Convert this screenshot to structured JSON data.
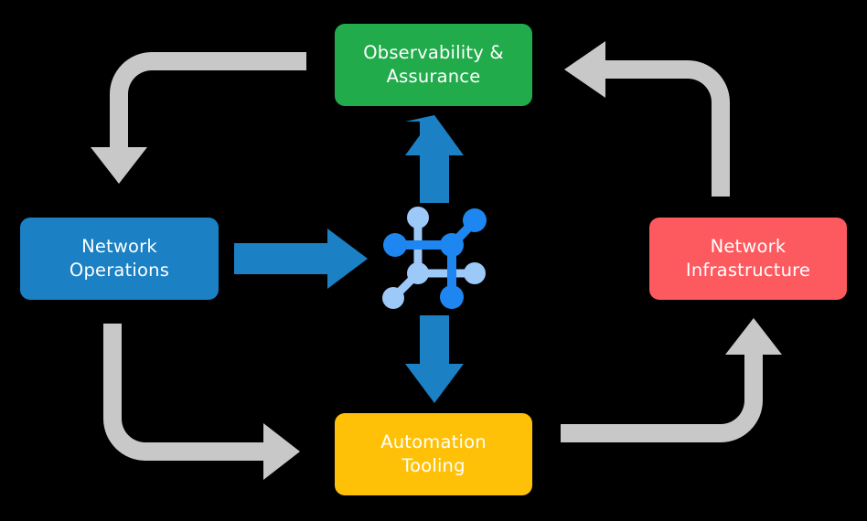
{
  "diagram": {
    "title": "Network lifecycle cycle diagram",
    "background_color": "#000000",
    "nodes": [
      {
        "id": "observability",
        "label": "Observability &\nAssurance",
        "color": "#22ab4b",
        "text_color": "#ffffff",
        "position": "top"
      },
      {
        "id": "operations",
        "label": "Network\nOperations",
        "color": "#1b80c4",
        "text_color": "#ffffff",
        "position": "left"
      },
      {
        "id": "infrastructure",
        "label": "Network\nInfrastructure",
        "color": "#fc5a5f",
        "text_color": "#ffffff",
        "position": "right"
      },
      {
        "id": "automation",
        "label": "Automation\nTooling",
        "color": "#ffc107",
        "text_color": "#ffffff",
        "position": "bottom"
      }
    ],
    "center_icon": {
      "name": "network-topology-icon",
      "dark_color": "#1e86f0",
      "light_color": "#9cc9f7"
    },
    "connectors": [
      {
        "id": "operations-to-center",
        "name": "blue-arrow-right",
        "color": "#1b80c4",
        "from": "operations",
        "to": "center",
        "direction": "right"
      },
      {
        "id": "center-to-observability",
        "name": "blue-arrow-up",
        "color": "#1b80c4",
        "from": "center",
        "to": "observability",
        "direction": "up"
      },
      {
        "id": "center-to-automation",
        "name": "blue-arrow-down",
        "color": "#1b80c4",
        "from": "center",
        "to": "automation",
        "direction": "down"
      },
      {
        "id": "observability-to-operations",
        "name": "grey-arrow-top-left",
        "color": "#c8c8c8",
        "from": "observability",
        "to": "operations",
        "direction": "down"
      },
      {
        "id": "infrastructure-to-observability",
        "name": "grey-arrow-top-right",
        "color": "#c8c8c8",
        "from": "infrastructure",
        "to": "observability",
        "direction": "left"
      },
      {
        "id": "operations-to-automation",
        "name": "grey-arrow-bottom-left",
        "color": "#c8c8c8",
        "from": "operations",
        "to": "automation",
        "direction": "right"
      },
      {
        "id": "automation-to-infrastructure",
        "name": "grey-arrow-bottom-right",
        "color": "#c8c8c8",
        "from": "automation",
        "to": "infrastructure",
        "direction": "up"
      }
    ]
  }
}
